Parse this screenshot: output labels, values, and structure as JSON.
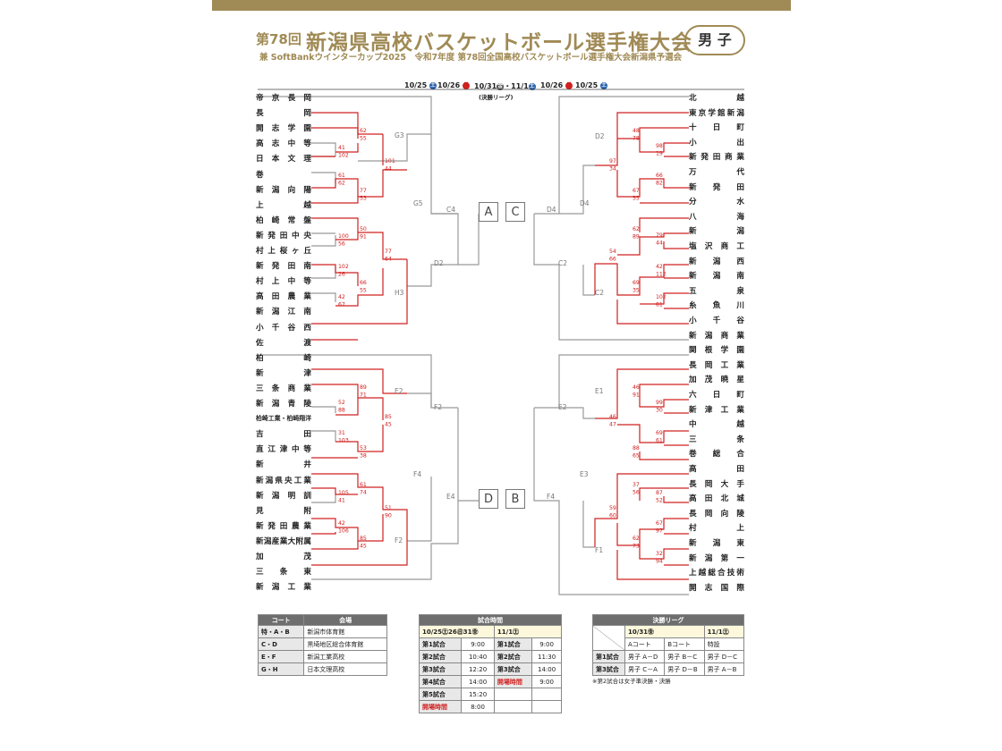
{
  "header": {
    "edition": "第78回",
    "title": "新潟県高校バスケットボール選手権大会",
    "subtitle": "兼 SoftBankウインターカップ2025　令和7年度 第78回全国高校バスケットボール選手権大会新潟県予選会",
    "gender": "男 子",
    "accent": "#a08a55"
  },
  "dates": {
    "d1": "10/25",
    "d2": "10/26",
    "d3": "10/31",
    "d3b": "・11/1",
    "d3note": "(決勝リーグ)",
    "d4": "10/26",
    "d5": "10/25",
    "sat": "土",
    "sun": "日",
    "fri": "金"
  },
  "courts": [
    "A",
    "C",
    "D",
    "B"
  ],
  "left_teams": [
    "帝京長岡",
    "長岡",
    "開志学園",
    "高志中等",
    "日本文理",
    "巻",
    "新潟向陽",
    "上越",
    "柏崎常盤",
    "新発田中央",
    "村上桜ヶ丘",
    "新発田南",
    "村上中等",
    "高田農業",
    "新潟江南",
    "小千谷西",
    "佐渡",
    "柏崎",
    "新津",
    "三条商業",
    "新潟青陵",
    "柏崎工業・柏崎翔洋",
    "吉田",
    "直江津中等",
    "新井",
    "新潟県央工業",
    "新潟明訓",
    "見附",
    "新発田農業",
    "新潟産業大附属",
    "加茂",
    "三条東",
    "新潟工業"
  ],
  "right_teams": [
    "北越",
    "東京学館新潟",
    "十日町",
    "小出",
    "新発田商業",
    "万代",
    "新発田",
    "分水",
    "八海",
    "新潟",
    "塩沢商工",
    "新潟西",
    "新潟南",
    "五泉",
    "糸魚川",
    "小千谷",
    "新潟商業",
    "関根学園",
    "長岡工業",
    "加茂暁星",
    "六日町",
    "新津工業",
    "中越",
    "三条",
    "巻総合",
    "高田",
    "長岡大手",
    "高田北城",
    "長岡向陵",
    "村上",
    "新潟東",
    "新潟第一",
    "上越総合技術",
    "開志国際"
  ],
  "round_labels": {
    "G3": "G3",
    "G5": "G5",
    "H3": "H3",
    "C4": "C4",
    "D2": "D2",
    "E2": "E2",
    "F2": "F2",
    "F4": "F4",
    "E4": "E4",
    "D4": "D4",
    "C2": "C2",
    "E1": "E1",
    "E3": "E3",
    "F1": "F1"
  },
  "scores": {
    "L": [
      [
        "62",
        "55"
      ],
      [
        "41",
        "102"
      ],
      [
        "101",
        "44"
      ],
      [
        "61",
        "62"
      ],
      [
        "77",
        "53"
      ],
      [
        "50",
        "91"
      ],
      [
        "100",
        "56"
      ],
      [
        "77",
        "64"
      ],
      [
        "102",
        "26"
      ],
      [
        "66",
        "55"
      ],
      [
        "42",
        "67"
      ],
      [
        "89",
        "71"
      ],
      [
        "52",
        "88"
      ],
      [
        "85",
        "45"
      ],
      [
        "31",
        "103"
      ],
      [
        "53",
        "38"
      ],
      [
        "61",
        "74"
      ],
      [
        "105",
        "41"
      ],
      [
        "51",
        "90"
      ],
      [
        "42",
        "106"
      ],
      [
        "85",
        "45"
      ]
    ],
    "R": [
      [
        "48",
        "78"
      ],
      [
        "98",
        "19"
      ],
      [
        "97",
        "34"
      ],
      [
        "66",
        "82"
      ],
      [
        "67",
        "55"
      ],
      [
        "62",
        "89"
      ],
      [
        "79",
        "44"
      ],
      [
        "54",
        "66"
      ],
      [
        "42",
        "112"
      ],
      [
        "69",
        "35"
      ],
      [
        "102",
        "81"
      ],
      [
        "46",
        "91"
      ],
      [
        "99",
        "30"
      ],
      [
        "46",
        "47"
      ],
      [
        "69",
        "61"
      ],
      [
        "88",
        "65"
      ],
      [
        "37",
        "56"
      ],
      [
        "87",
        "52"
      ],
      [
        "59",
        "60"
      ],
      [
        "67",
        "97"
      ],
      [
        "62",
        "73"
      ],
      [
        "32",
        "94"
      ]
    ]
  },
  "venue_table": {
    "headers": [
      "コート",
      "会場"
    ],
    "rows": [
      [
        "特・A・B",
        "新潟市体育館"
      ],
      [
        "C・D",
        "黒埼地区総合体育館"
      ],
      [
        "E・F",
        "新潟工業高校"
      ],
      [
        "G・H",
        "日本文理高校"
      ]
    ]
  },
  "time_table": {
    "header": "試合時間",
    "col1": "10/25㊏26㊐31㊎",
    "col2": "11/1㊏",
    "rows": [
      [
        "第1試合",
        "9:00",
        "第1試合",
        "9:00"
      ],
      [
        "第2試合",
        "10:40",
        "第2試合",
        "11:30"
      ],
      [
        "第3試合",
        "12:20",
        "第3試合",
        "14:00"
      ],
      [
        "第4試合",
        "14:00",
        "開場時間",
        "9:00"
      ],
      [
        "第5試合",
        "15:20",
        "",
        ""
      ],
      [
        "開場時間",
        "8:00",
        "",
        ""
      ]
    ]
  },
  "final_table": {
    "header": "決勝リーグ",
    "d1": "10/31㊎",
    "d2": "11/1㊏",
    "sub": [
      "Aコート",
      "Bコート",
      "特設"
    ],
    "rows": [
      [
        "第1試合",
        "男子 A－D",
        "男子 B－C",
        "男子 D－C"
      ],
      [
        "第3試合",
        "男子 C－A",
        "男子 D－B",
        "男子 A－B"
      ]
    ],
    "note": "※第2試合は女子準決勝・決勝"
  },
  "colors": {
    "win": "#d02020",
    "line": "#999999",
    "gold": "#a08a55"
  }
}
